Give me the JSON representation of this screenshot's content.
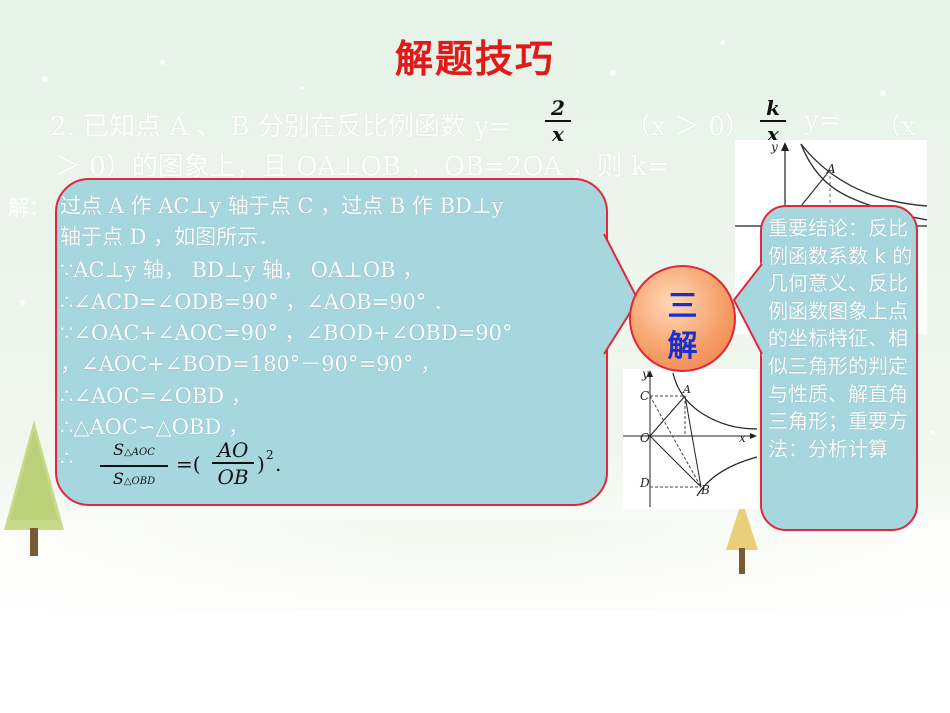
{
  "slide": {
    "title": "解题技巧",
    "question": {
      "line1_a": "2. 已知点 A 、 B 分别在反比例函数 y=",
      "line1_b": "（x ＞ 0）",
      "line1_c": "y=",
      "line1_d": "（x",
      "line2": "＞ 0）的图象上，且 OA⊥OB ， OB=2OA ，则 k=",
      "frac1_num": "2",
      "frac1_den": "x",
      "frac2_num": "k",
      "frac2_den": "x"
    },
    "solution": {
      "label": "解：",
      "lines": [
        "过点 A 作 AC⊥y 轴于点 C ，过点 B 作 BD⊥y",
        "轴于点 D ，如图所示．",
        "∵AC⊥y 轴， BD⊥y 轴， OA⊥OB ，",
        "∴∠ACD=∠ODB=90° ，∠AOB=90° ．",
        "∵∠OAC+∠AOC=90° ，∠BOD+∠OBD=90°",
        "，∠AOC+∠BOD=180°－90°=90° ，",
        "∴∠AOC=∠OBD ，",
        "∴△AOC∽△OBD ，",
        "∴"
      ],
      "formula": {
        "lhs_num": "S",
        "lhs_num_sub": "△AOC",
        "lhs_den": "S",
        "lhs_den_sub": "△OBD",
        "equals": "=(",
        "rhs_num": "AO",
        "rhs_den": "OB",
        "close": ")",
        "exp": "2",
        "end": "."
      }
    },
    "badge": {
      "char1": "三",
      "char2": "解"
    },
    "summary": "重要结论：反比例函数系数 k 的几何意义、反比例函数图象上点的坐标特征、相似三角形的判定与性质、解直角三角形；重要方法：分析计算",
    "graph_small": {
      "y_label": "y",
      "point_label": "A"
    },
    "graph_main": {
      "y_label": "y",
      "x_label": "x",
      "C": "C",
      "A": "A",
      "O": "O",
      "D": "D",
      "B": "B"
    },
    "colors": {
      "title": "#e01919",
      "bubble": "#a7d7de",
      "border": "#e0283a",
      "badge_text": "#1a2fd0"
    }
  }
}
